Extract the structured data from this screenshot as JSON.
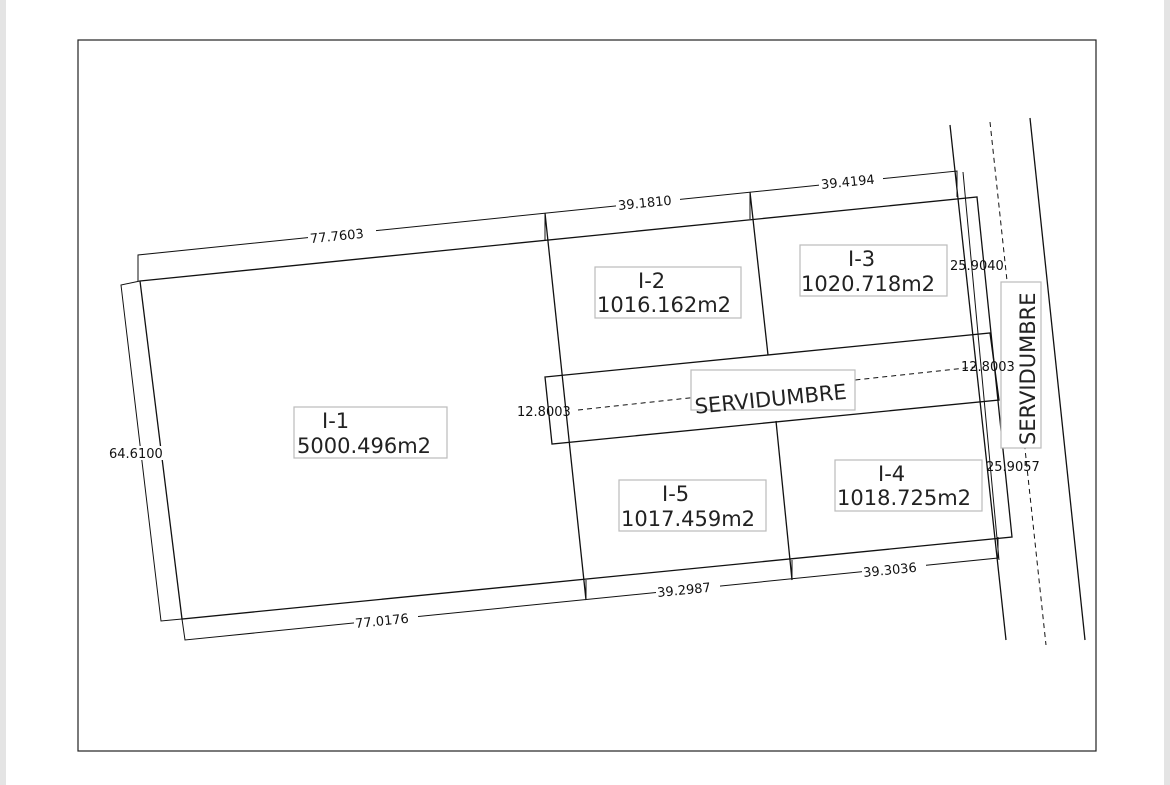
{
  "plan": {
    "lots": [
      {
        "id": "I-1",
        "area": "5000.496m2"
      },
      {
        "id": "I-2",
        "area": "1016.162m2"
      },
      {
        "id": "I-3",
        "area": "1020.718m2"
      },
      {
        "id": "I-4",
        "area": "1018.725m2"
      },
      {
        "id": "I-5",
        "area": "1017.459m2"
      }
    ],
    "easement_label": "SERVIDUMBRE",
    "easement_road_label": "SERVIDUMBRE",
    "dimensions": {
      "top_1": "77.7603",
      "top_2": "39.1810",
      "top_3": "39.4194",
      "left": "64.6100",
      "bottom_1": "77.0176",
      "bottom_2": "39.2987",
      "bottom_3": "39.3036",
      "right_top": "25.9040",
      "right_bottom": "25.9057",
      "easement_left": "12.8003",
      "easement_right": "12.8003"
    }
  }
}
